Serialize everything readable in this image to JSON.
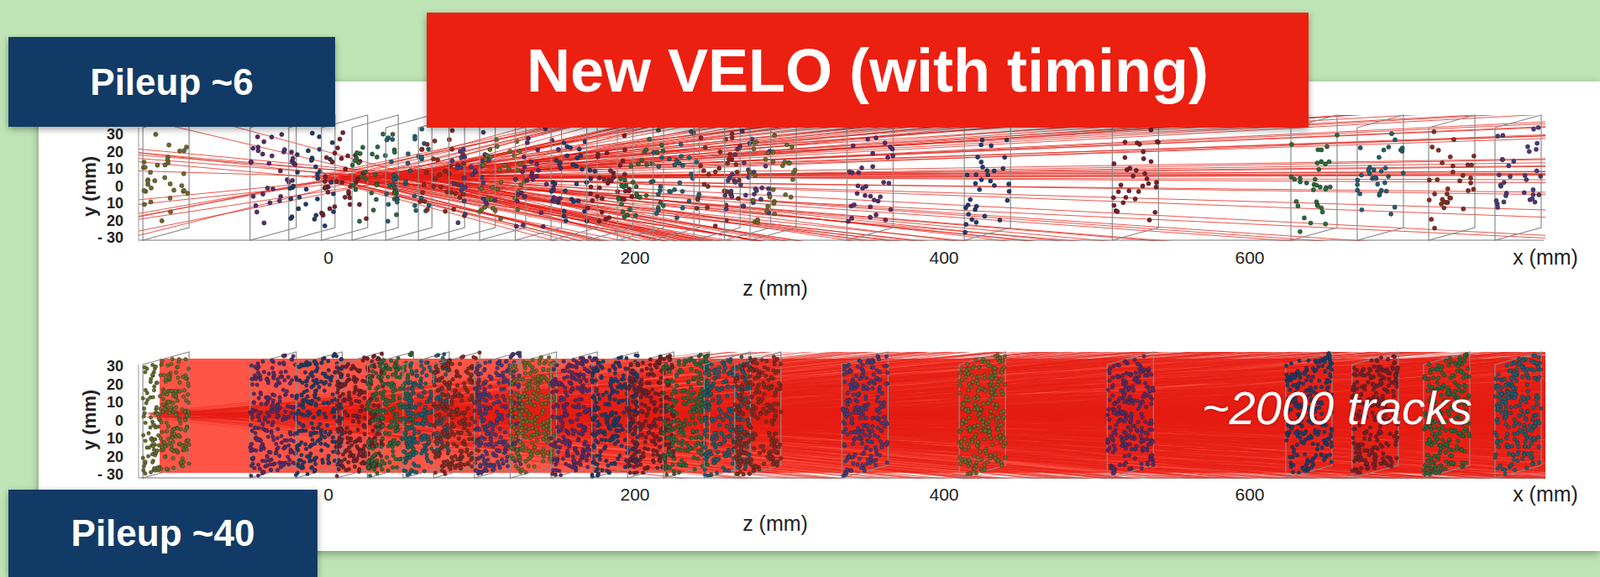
{
  "diagram": {
    "nodes": [
      {
        "text": [
          "Pileup ~6"
        ]
      },
      {
        "text": [
          "New VELO (with timing)"
        ]
      },
      {
        "text": [
          "Pileup ~40"
        ]
      }
    ],
    "labels": [
      "y (mm)",
      "30",
      "20",
      "10",
      "0",
      "10",
      "20",
      "- 30",
      "0",
      "200",
      "400",
      "600",
      "z (mm)",
      "x (mm)",
      "y (mm)",
      "30",
      "20",
      "10",
      "0",
      "10",
      "20",
      "- 30",
      "0",
      "200",
      "400",
      "600",
      "z (mm)",
      "x (mm)",
      "~2000 tracks"
    ]
  }
}
